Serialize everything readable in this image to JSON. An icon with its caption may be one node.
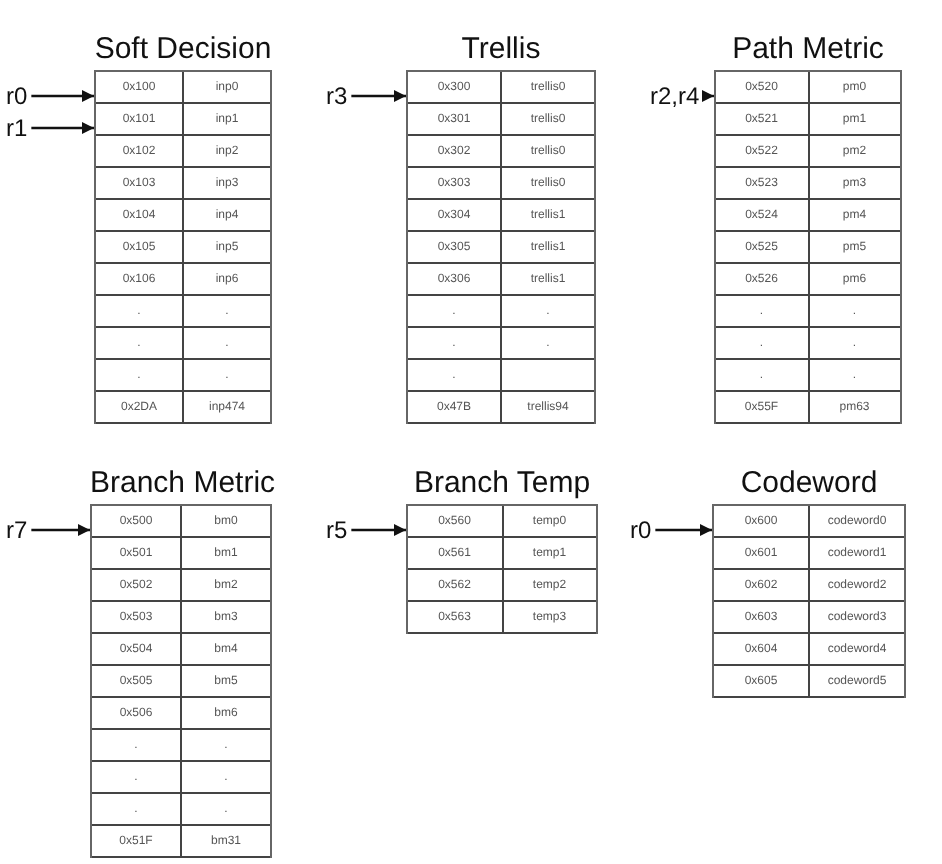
{
  "diagram": {
    "nodes": [
      {
        "text": [
          "r0"
        ]
      },
      {
        "text": [
          "r1"
        ]
      },
      {
        "text": [
          "Soft Decision"
        ]
      },
      {
        "text": [
          "0x100",
          "inp0"
        ],
        "in": 2
      },
      {
        "text": [
          "0x101",
          "inp1"
        ],
        "in": 2
      },
      {
        "text": [
          "0x102",
          "inp2"
        ],
        "in": 2
      },
      {
        "text": [
          "0x103",
          "inp3"
        ],
        "in": 2
      },
      {
        "text": [
          "0x104",
          "inp4"
        ],
        "in": 2
      },
      {
        "text": [
          "0x105",
          "inp5"
        ],
        "in": 2
      },
      {
        "text": [
          "0x106",
          "inp6"
        ],
        "in": 2
      },
      {
        "text": [
          ".",
          "."
        ],
        "in": 2
      },
      {
        "text": [
          ".",
          "."
        ],
        "in": 2
      },
      {
        "text": [
          ".",
          "."
        ],
        "in": 2
      },
      {
        "text": [
          "0x2DA",
          "inp474"
        ],
        "in": 2
      },
      {
        "text": [
          "r3"
        ]
      },
      {
        "text": [
          "Trellis"
        ]
      },
      {
        "text": [
          "0x300",
          "trellis0"
        ],
        "in": 15
      },
      {
        "text": [
          "0x301",
          "trellis0"
        ],
        "in": 15
      },
      {
        "text": [
          "0x302",
          "trellis0"
        ],
        "in": 15
      },
      {
        "text": [
          "0x303",
          "trellis0"
        ],
        "in": 15
      },
      {
        "text": [
          "0x304",
          "trellis1"
        ],
        "in": 15
      },
      {
        "text": [
          "0x305",
          "trellis1"
        ],
        "in": 15
      },
      {
        "text": [
          "0x306",
          "trellis1"
        ],
        "in": 15
      },
      {
        "text": [
          ".",
          "."
        ],
        "in": 15
      },
      {
        "text": [
          ".",
          "."
        ],
        "in": 15
      },
      {
        "text": [
          "."
        ],
        "in": 15
      },
      {
        "text": [
          "0x47B",
          "trellis94"
        ],
        "in": 15
      },
      {
        "text": [
          "r2,r4"
        ]
      },
      {
        "text": [
          "Path Metric"
        ]
      },
      {
        "text": [
          "0x520",
          "pm0"
        ],
        "in": 28
      },
      {
        "text": [
          "0x521",
          "pm1"
        ],
        "in": 28
      },
      {
        "text": [
          "0x522",
          "pm2"
        ],
        "in": 28
      },
      {
        "text": [
          "0x523",
          "pm3"
        ],
        "in": 28
      },
      {
        "text": [
          "0x524",
          "pm4"
        ],
        "in": 28
      },
      {
        "text": [
          "0x525",
          "pm5"
        ],
        "in": 28
      },
      {
        "text": [
          "0x526",
          "pm6"
        ],
        "in": 28
      },
      {
        "text": [
          ".",
          "."
        ],
        "in": 28
      },
      {
        "text": [
          ".",
          "."
        ],
        "in": 28
      },
      {
        "text": [
          ".",
          "."
        ],
        "in": 28
      },
      {
        "text": [
          "0x55F",
          "pm63"
        ],
        "in": 28
      },
      {
        "text": [
          "r7"
        ]
      },
      {
        "text": [
          "Branch Metric"
        ]
      },
      {
        "text": [
          "0x500",
          "bm0"
        ],
        "in": 41
      },
      {
        "text": [
          "0x501",
          "bm1"
        ],
        "in": 41
      },
      {
        "text": [
          "0x502",
          "bm2"
        ],
        "in": 41
      },
      {
        "text": [
          "0x503",
          "bm3"
        ],
        "in": 41
      },
      {
        "text": [
          "0x504",
          "bm4"
        ],
        "in": 41
      },
      {
        "text": [
          "0x505",
          "bm5"
        ],
        "in": 41
      },
      {
        "text": [
          "0x506",
          "bm6"
        ],
        "in": 41
      },
      {
        "text": [
          ".",
          "."
        ],
        "in": 41
      },
      {
        "text": [
          ".",
          "."
        ],
        "in": 41
      },
      {
        "text": [
          ".",
          "."
        ],
        "in": 41
      },
      {
        "text": [
          "0x51F",
          "bm31"
        ],
        "in": 41
      },
      {
        "text": [
          "r5"
        ]
      },
      {
        "text": [
          "Branch Temp"
        ]
      },
      {
        "text": [
          "0x560",
          "temp0"
        ],
        "in": 54
      },
      {
        "text": [
          "0x561",
          "temp1"
        ],
        "in": 54
      },
      {
        "text": [
          "0x562",
          "temp2"
        ],
        "in": 54
      },
      {
        "text": [
          "0x563",
          "temp3"
        ],
        "in": 54
      },
      {
        "text": [
          "r0"
        ]
      },
      {
        "text": [
          "Codeword"
        ]
      },
      {
        "text": [
          "0x600",
          "codeword0"
        ],
        "in": 60
      },
      {
        "text": [
          "0x601",
          "codeword1"
        ],
        "in": 60
      },
      {
        "text": [
          "0x602",
          "codeword2"
        ],
        "in": 60
      },
      {
        "text": [
          "0x603",
          "codeword3"
        ],
        "in": 60
      },
      {
        "text": [
          "0x604",
          "codeword4"
        ],
        "in": 60
      },
      {
        "text": [
          "0x605",
          "codeword5"
        ],
        "in": 60
      }
    ],
    "edges": [
      {
        "from": 0,
        "to": 3,
        "arrow": "to"
      },
      {
        "from": 1,
        "to": 4,
        "arrow": "to"
      },
      {
        "from": 14,
        "to": 16,
        "arrow": "to"
      },
      {
        "from": 27,
        "to": 29,
        "arrow": "to"
      },
      {
        "from": 40,
        "to": 42,
        "arrow": "to"
      },
      {
        "from": 53,
        "to": 55,
        "arrow": "to"
      },
      {
        "from": 59,
        "to": 61,
        "arrow": "to"
      }
    ]
  }
}
